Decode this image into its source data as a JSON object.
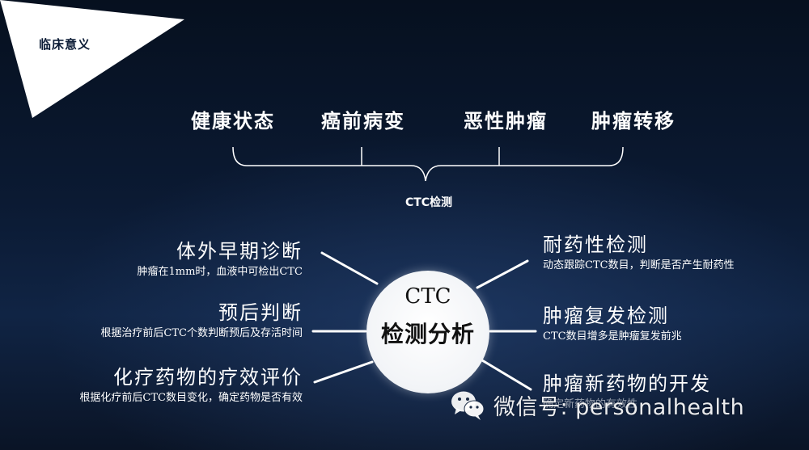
{
  "corner": {
    "title": "临床意义"
  },
  "stages": [
    "健康状态",
    "癌前病变",
    "恶性肿瘤",
    "肿瘤转移"
  ],
  "detection_label": "CTC检测",
  "center": {
    "line1": "CTC",
    "line2": "检测分析"
  },
  "left_items": [
    {
      "title": "体外早期诊断",
      "desc": "肿瘤在1mm时，血液中可检出CTC"
    },
    {
      "title": "预后判断",
      "desc": "根据治疗前后CTC个数判断预后及存活时间"
    },
    {
      "title": "化疗药物的疗效评价",
      "desc": "根据化疗前后CTC数目变化，确定药物是否有效"
    }
  ],
  "right_items": [
    {
      "title": "耐药性检测",
      "desc": "动态跟踪CTC数目，判断是否产生耐药性"
    },
    {
      "title": "肿瘤复发检测",
      "desc": "CTC数目增多是肿瘤复发前兆"
    },
    {
      "title": "肿瘤新药物的开发",
      "desc": "确定新药物的有效性"
    }
  ],
  "watermark": {
    "icon": "wechat-icon",
    "text": "微信号: personalhealth"
  },
  "colors": {
    "background": "#0b1a33",
    "text": "#ffffff",
    "corner_fill": "#ffffff",
    "corner_text": "#0c1c36",
    "circle_fill": "#ffffff",
    "circle_text": "#111111"
  }
}
